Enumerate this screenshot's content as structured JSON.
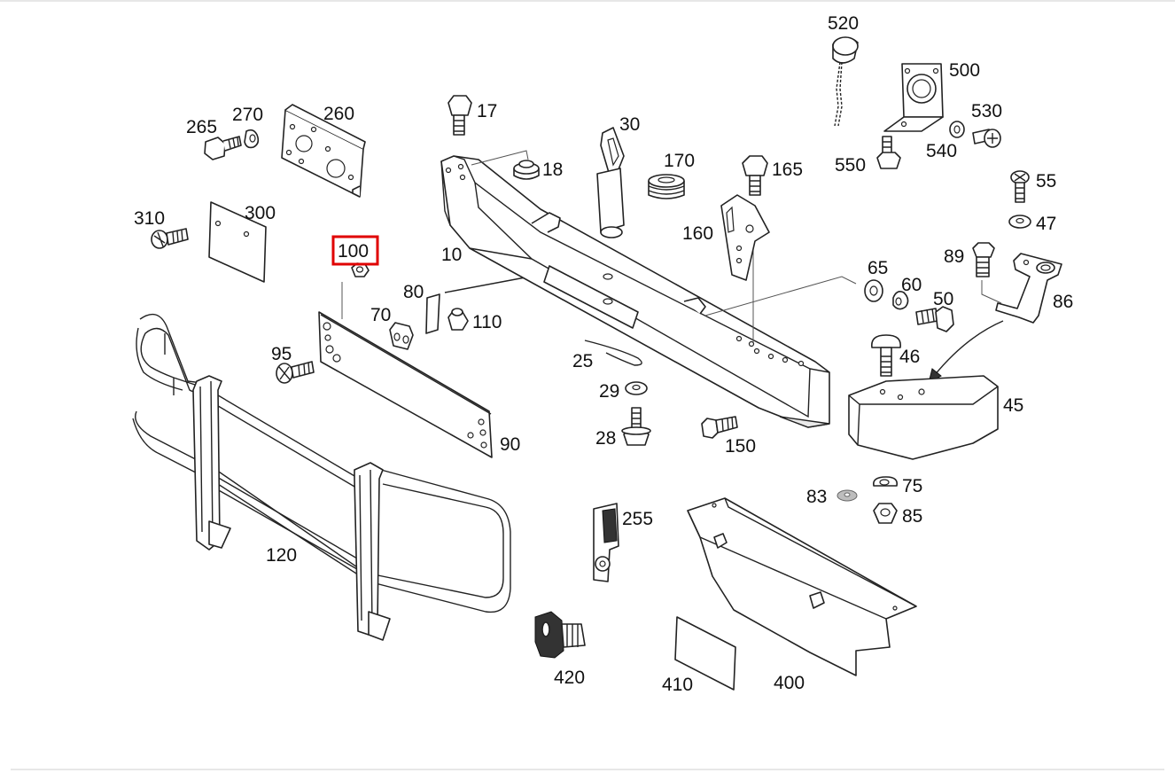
{
  "diagram": {
    "highlighted_callout": "100",
    "highlight_color": "#e00000",
    "callouts": {
      "c10": "10",
      "c17": "17",
      "c18": "18",
      "c25": "25",
      "c28": "28",
      "c29": "29",
      "c30": "30",
      "c45": "45",
      "c46": "46",
      "c47": "47",
      "c50": "50",
      "c55": "55",
      "c60": "60",
      "c65": "65",
      "c70": "70",
      "c75": "75",
      "c80": "80",
      "c83": "83",
      "c85": "85",
      "c86": "86",
      "c89": "89",
      "c90": "90",
      "c95": "95",
      "c100": "100",
      "c110": "110",
      "c120": "120",
      "c150": "150",
      "c160": "160",
      "c165": "165",
      "c170": "170",
      "c255": "255",
      "c260": "260",
      "c265": "265",
      "c270": "270",
      "c300": "300",
      "c310": "310",
      "c400": "400",
      "c410": "410",
      "c420": "420",
      "c500": "500",
      "c520": "520",
      "c530": "530",
      "c540": "540",
      "c550": "550"
    }
  }
}
